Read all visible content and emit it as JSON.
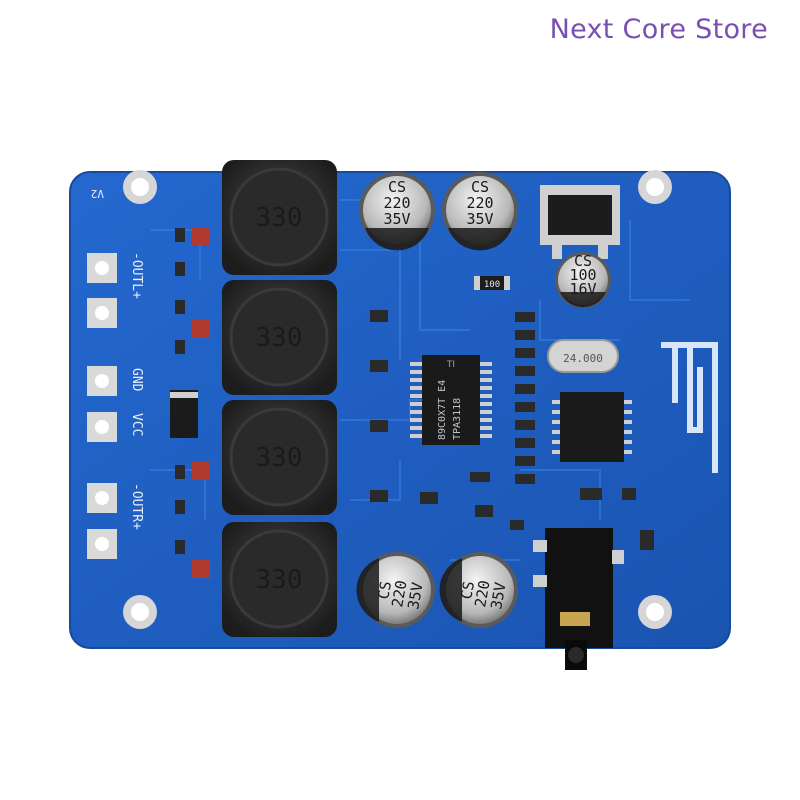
{
  "store_name": "Next Core Store",
  "board": {
    "version_label": "V2",
    "inductors": [
      "330",
      "330",
      "330",
      "330"
    ],
    "top_caps": [
      {
        "lines": [
          "CS",
          "220",
          "35V"
        ]
      },
      {
        "lines": [
          "CS",
          "220",
          "35V"
        ]
      }
    ],
    "small_cap": {
      "lines": [
        "CS",
        "100",
        "16V"
      ]
    },
    "bottom_caps": [
      {
        "lines": [
          "CS",
          "220",
          "35V"
        ]
      },
      {
        "lines": [
          "CS",
          "220",
          "35V"
        ]
      }
    ],
    "pin_labels": [
      "-OUTL+",
      "GND",
      "VCC",
      "-OUTR+"
    ],
    "amp_chip": {
      "brand": "TI",
      "lines": [
        "89C0X7T E4",
        "TPA3118"
      ]
    },
    "crystal_label": "24.000",
    "resistor_label": "100",
    "colors": {
      "pcb": "#1f5fc4",
      "trace": "#2a70d6",
      "pad": "#e6e6e6"
    }
  }
}
